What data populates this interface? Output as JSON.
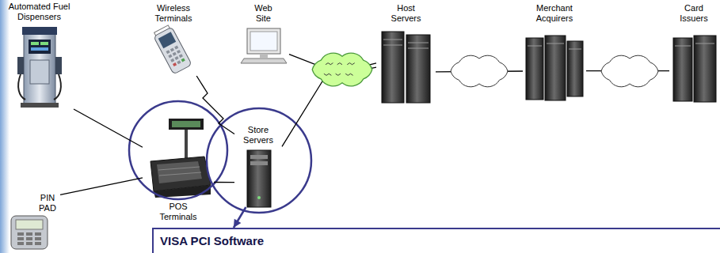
{
  "diagram": {
    "nodes": [
      {
        "text": [
          "Automated Fuel Dispensers"
        ]
      },
      {
        "text": [
          "Wireless Terminals"
        ]
      },
      {
        "text": [
          "Web Site"
        ]
      },
      {
        "text": [
          "Host Servers"
        ]
      },
      {
        "text": [
          "Merchant Acquirers"
        ]
      },
      {
        "text": [
          "Card Issuers"
        ]
      },
      {
        "text": [
          "POS Terminals"
        ]
      },
      {
        "text": [
          "Store Servers"
        ]
      },
      {
        "text": [
          "PIN PAD"
        ]
      },
      {
        "text": [
          "VISA PCI Software"
        ]
      }
    ],
    "edges": [
      {
        "from": 0,
        "to": 6,
        "arrow": "none"
      },
      {
        "from": 8,
        "to": 6,
        "arrow": "none"
      },
      {
        "from": 6,
        "to": 7,
        "arrow": "none"
      },
      {
        "from": 1,
        "to": 7,
        "arrow": "none"
      },
      {
        "from": 7,
        "to": 3,
        "arrow": "none"
      },
      {
        "from": 2,
        "to": 3,
        "arrow": "none"
      },
      {
        "from": 3,
        "to": 4,
        "arrow": "none"
      },
      {
        "from": 4,
        "to": 5,
        "arrow": "none"
      },
      {
        "from": 7,
        "to": 9,
        "arrow": "to"
      }
    ]
  }
}
